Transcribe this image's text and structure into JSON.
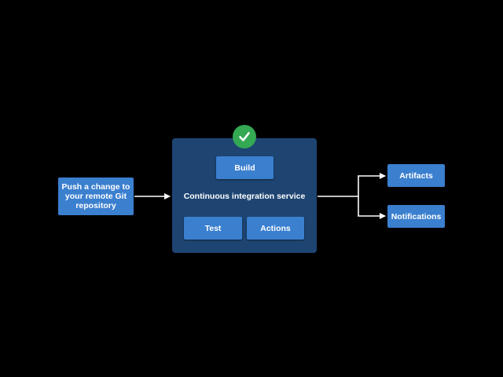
{
  "source": {
    "label": "Push a change to\nyour remote Git\nrepository"
  },
  "ci_service": {
    "label": "Continuous integration service",
    "status_icon": "checkmark-icon",
    "status_color": "#34a853",
    "steps": {
      "build": "Build",
      "test": "Test",
      "actions": "Actions"
    }
  },
  "outputs": {
    "artifacts": "Artifacts",
    "notifications": "Notifications"
  },
  "colors": {
    "background": "#000000",
    "panel": "#1e4572",
    "box": "#3b7fcf",
    "connector": "#ffffff"
  }
}
